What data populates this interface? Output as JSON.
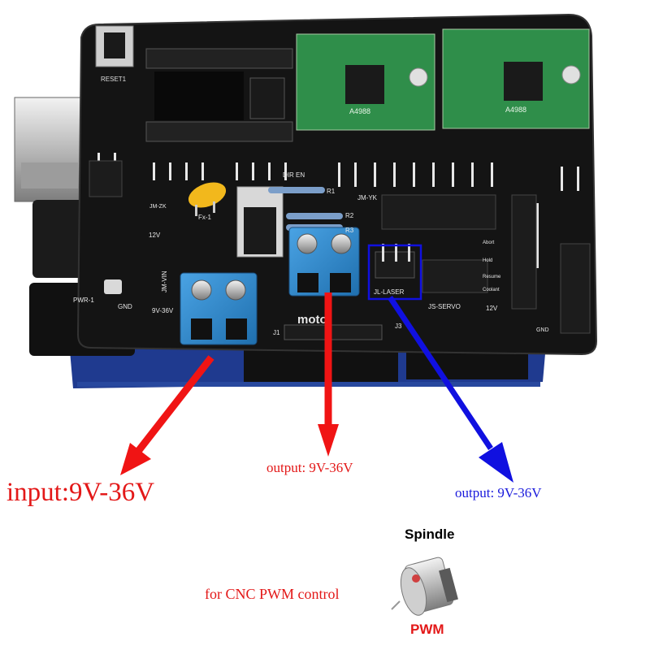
{
  "board": {
    "silkscreen": {
      "reset": "RESET1",
      "pwr": "PWR-1",
      "gnd": "GND",
      "v12": "12V",
      "vin": "JM-VIN",
      "v9_36": "9V-36V",
      "fx": "Fx-1",
      "jm_zk": "JM-ZK",
      "jm_yk": "JM-YK",
      "dir_en": "DIR EN",
      "r1": "R1",
      "r2": "R2",
      "r3": "R3",
      "motor": "motor",
      "jl_laser": "JL-LASER",
      "js_servo": "JS-SERVO",
      "j1": "J1",
      "j3": "J3",
      "abort": "Abort",
      "hold": "Hold",
      "resume": "Resume",
      "coolant": "Coolant",
      "driver_chip": "A4988"
    }
  },
  "annotations": {
    "input": "input:9V-36V",
    "output_red": "output: 9V-36V",
    "output_blue": "output: 9V-36V",
    "pwm_control": "for CNC PWM control",
    "spindle": "Spindle",
    "pwm": "PWM"
  },
  "colors": {
    "red_arrow": "#f01414",
    "blue_arrow": "#1010e0",
    "pcb": "#141414",
    "terminal": "#2e84c8",
    "driver": "#2f8e4a"
  }
}
